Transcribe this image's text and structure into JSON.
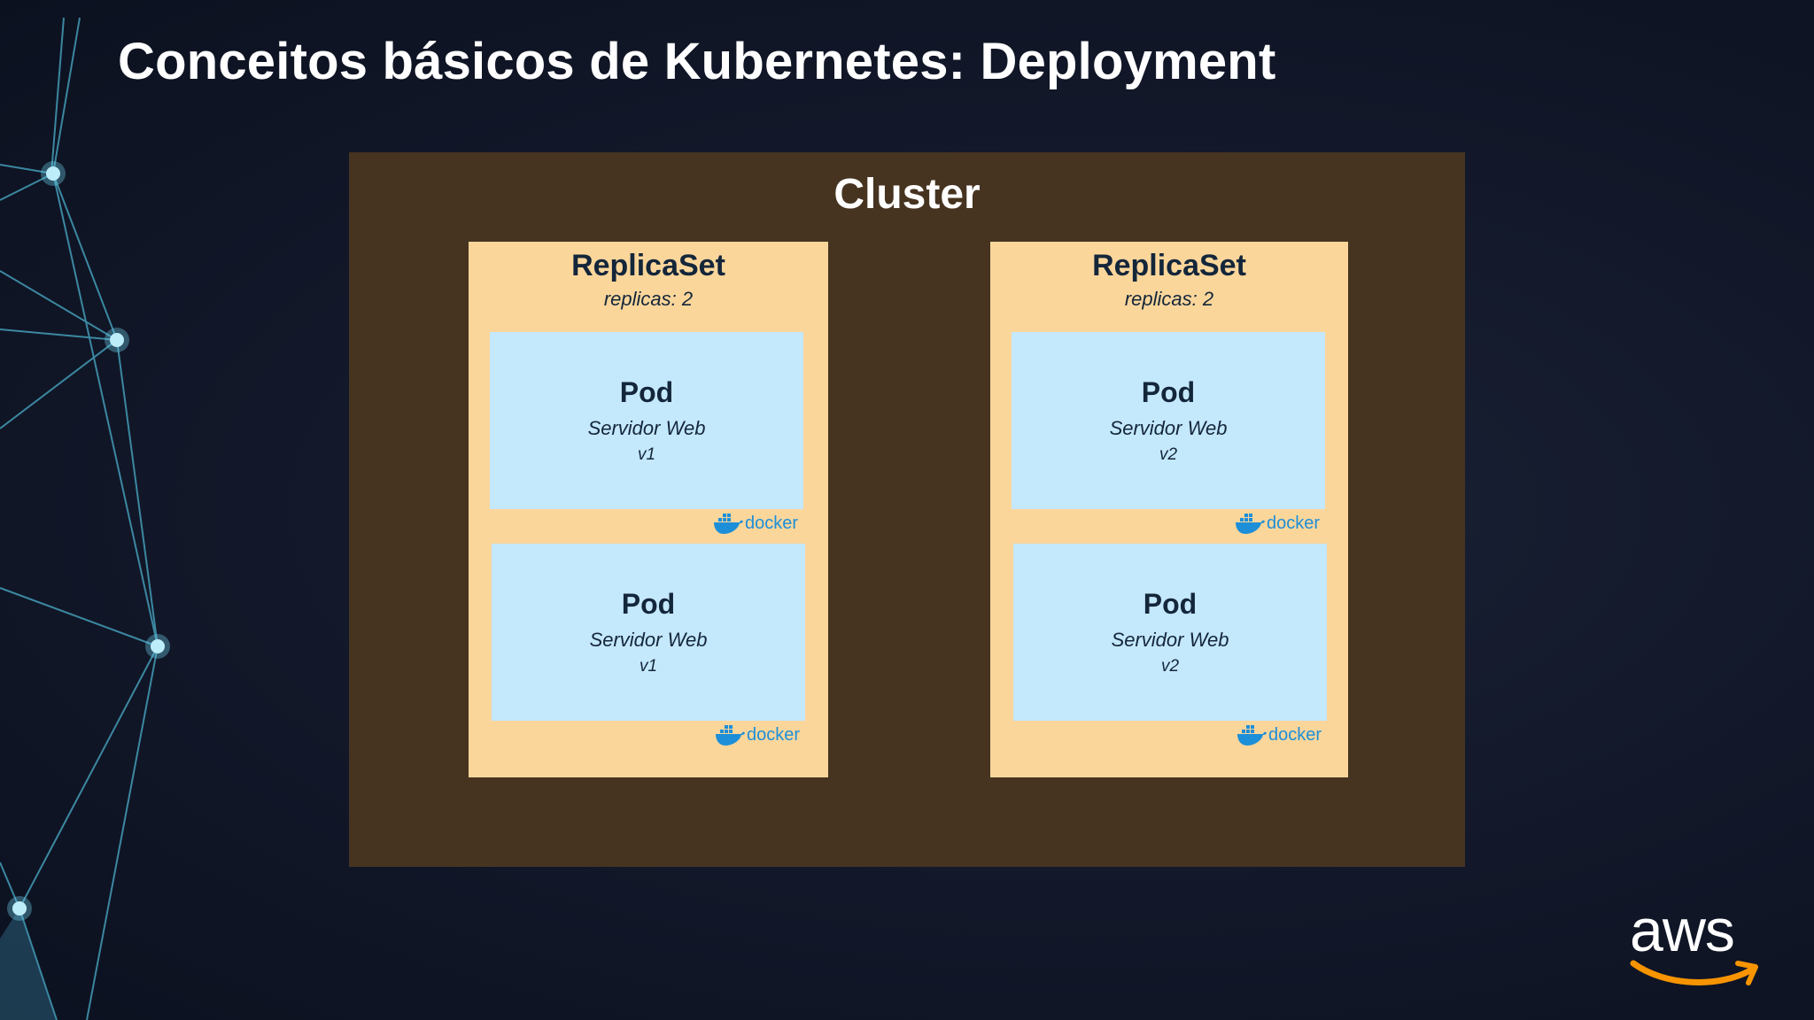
{
  "slide": {
    "title": "Conceitos básicos de Kubernetes: Deployment"
  },
  "cluster": {
    "label": "Cluster"
  },
  "replicasets": [
    {
      "title": "ReplicaSet",
      "replicas_label": "replicas: 2",
      "pods": [
        {
          "name": "Pod",
          "description": "Servidor Web",
          "version": "v1",
          "badge": "docker"
        },
        {
          "name": "Pod",
          "description": "Servidor Web",
          "version": "v1",
          "badge": "docker"
        }
      ]
    },
    {
      "title": "ReplicaSet",
      "replicas_label": "replicas: 2",
      "pods": [
        {
          "name": "Pod",
          "description": "Servidor Web",
          "version": "v2",
          "badge": "docker"
        },
        {
          "name": "Pod",
          "description": "Servidor Web",
          "version": "v2",
          "badge": "docker"
        }
      ]
    }
  ],
  "brand": {
    "logo_text": "aws",
    "smile_color": "#f79400"
  },
  "colors": {
    "cluster_bg": "#463421",
    "replicaset_bg": "#fbd69b",
    "pod_bg": "#c4e8fc",
    "docker_blue": "#1d8fd8"
  },
  "icons": {
    "docker": "docker-whale-icon",
    "network": "network-lines-decoration"
  }
}
